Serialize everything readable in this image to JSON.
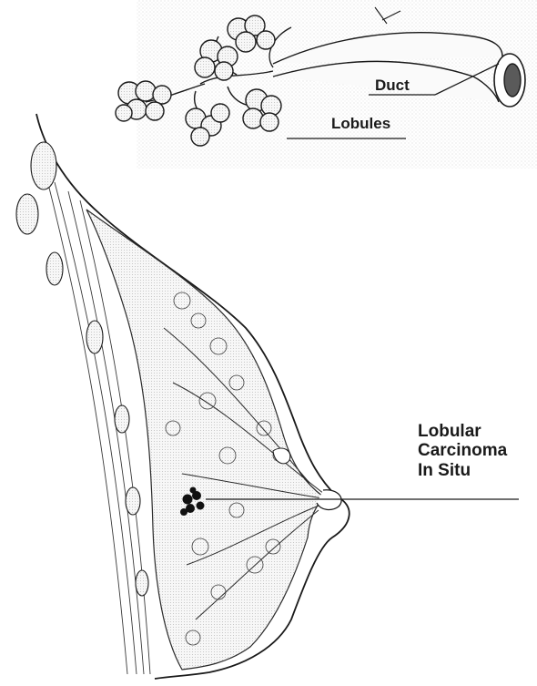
{
  "labels": {
    "duct": "Duct",
    "lobules": "Lobules",
    "lcis": [
      "Lobular",
      "Carcinoma",
      "In Situ"
    ]
  },
  "icons": [
    "breast-cross-section-illustration",
    "duct-lobule-illustration",
    "tumor-cluster-icon"
  ],
  "colors": {
    "ink": "#1a1a1a",
    "stipple": "#9a9a9a",
    "tissue": "#f4f4f4",
    "tumor": "#111111"
  }
}
